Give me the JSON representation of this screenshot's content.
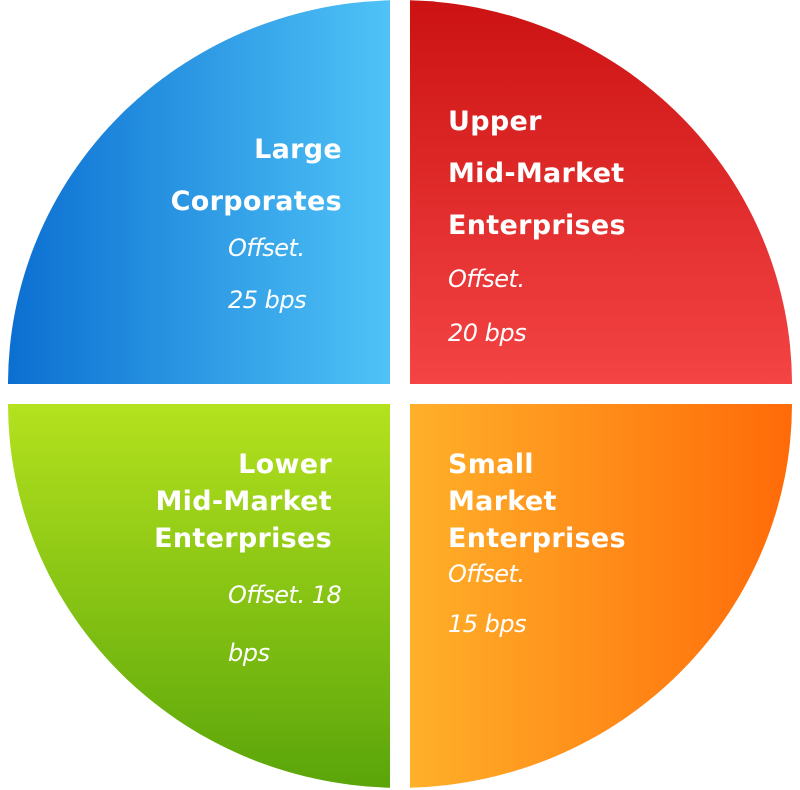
{
  "segments": [
    {
      "id": "large-corporates",
      "name_lines": [
        "Large",
        "Corporates"
      ],
      "offset_lines": [
        "Offset.",
        "25 bps"
      ],
      "colors": [
        "#0b6fd1",
        "#4fc3f7"
      ]
    },
    {
      "id": "upper-mid-market",
      "name_lines": [
        "Upper",
        "Mid-Market",
        "Enterprises"
      ],
      "offset_lines": [
        "Offset.",
        "20 bps"
      ],
      "colors": [
        "#cc1212",
        "#f44444"
      ]
    },
    {
      "id": "lower-mid-market",
      "name_lines": [
        "Lower",
        "Mid-Market",
        "Enterprises"
      ],
      "offset_lines": [
        "Offset. 18",
        "bps"
      ],
      "colors": [
        "#b4e21e",
        "#5aa50a"
      ]
    },
    {
      "id": "small-market",
      "name_lines": [
        "Small",
        "Market",
        "Enterprises"
      ],
      "offset_lines": [
        "Offset.",
        "15 bps"
      ],
      "colors": [
        "#ffb02a",
        "#ff6a08"
      ]
    }
  ]
}
